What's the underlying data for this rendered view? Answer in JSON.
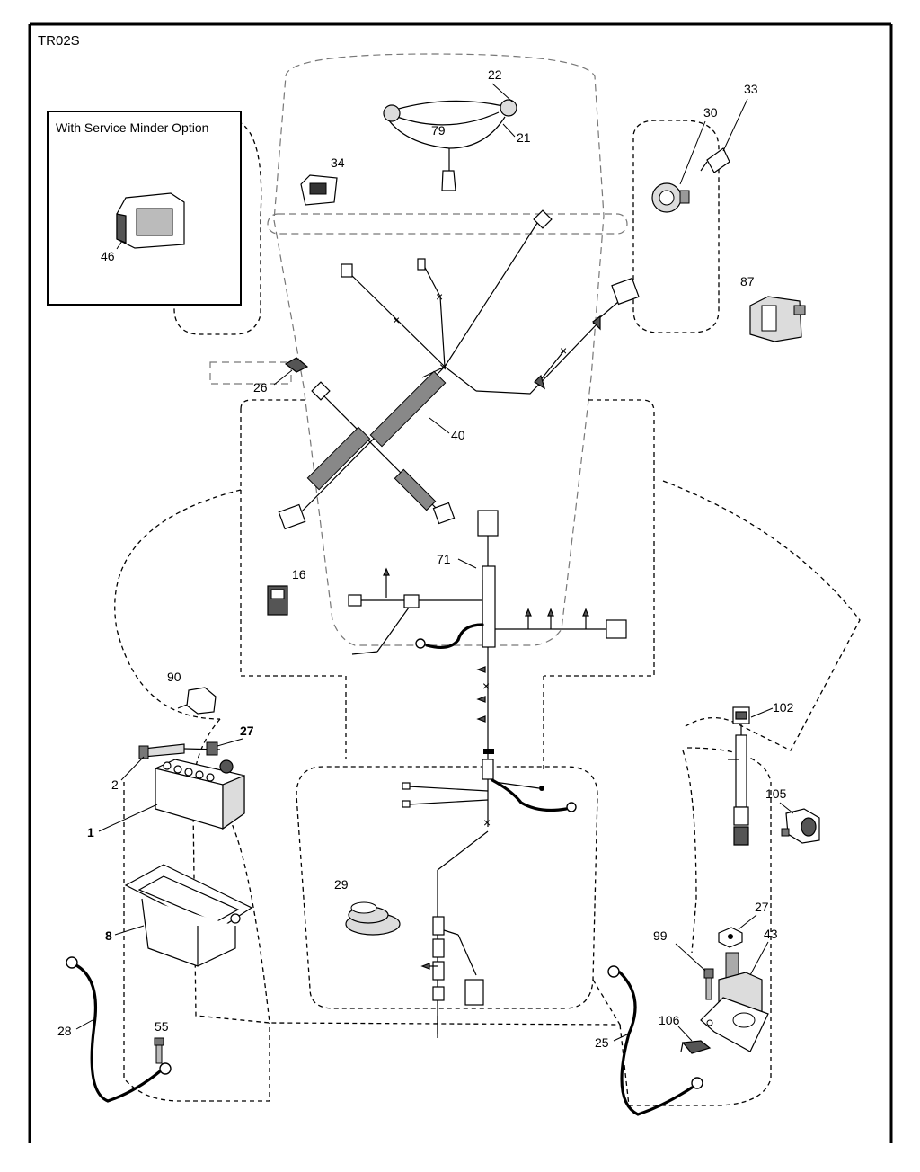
{
  "diagram_id": "TR02S",
  "option_box": {
    "title": "With Service Minder Option",
    "part": "46"
  },
  "parts": {
    "p1": "1",
    "p2": "2",
    "p8": "8",
    "p16": "16",
    "p21": "21",
    "p22": "22",
    "p25": "25",
    "p26": "26",
    "p27a": "27",
    "p27b": "27",
    "p28": "28",
    "p29": "29",
    "p30": "30",
    "p33": "33",
    "p34": "34",
    "p40": "40",
    "p43": "43",
    "p55": "55",
    "p71": "71",
    "p79": "79",
    "p87": "87",
    "p90": "90",
    "p99": "99",
    "p102": "102",
    "p105": "105",
    "p106": "106"
  }
}
